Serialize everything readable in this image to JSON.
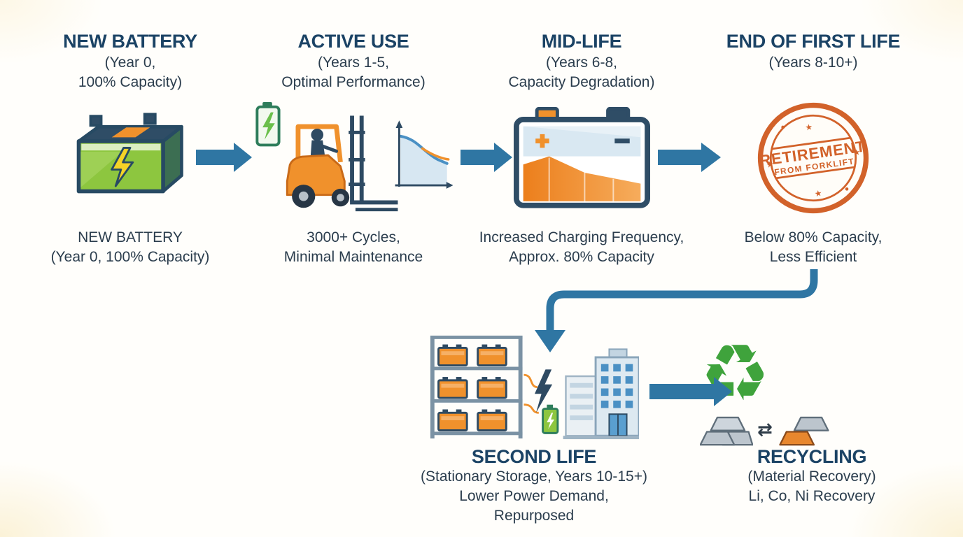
{
  "colors": {
    "arrow": "#2f76a3",
    "title": "#1b4365",
    "body": "#2b3d4d",
    "stamp": "#d2622a",
    "green": "#8dc63f",
    "orange": "#f0912c",
    "navy": "#2e4a62",
    "recycle": "#3fa33c"
  },
  "stages": [
    {
      "title": "NEW BATTERY",
      "subtitle": "(Year 0,\n100% Capacity)",
      "caption": "NEW BATTERY\n(Year 0, 100% Capacity)"
    },
    {
      "title": "ACTIVE USE",
      "subtitle": "(Years 1-5,\nOptimal Performance)",
      "caption": "3000+ Cycles,\nMinimal Maintenance"
    },
    {
      "title": "MID-LIFE",
      "subtitle": "(Years 6-8,\nCapacity Degradation)",
      "caption": "Increased Charging Frequency,\nApprox. 80% Capacity"
    },
    {
      "title": "END OF FIRST LIFE",
      "subtitle": "(Years 8-10+)",
      "caption": "Below 80% Capacity,\nLess Efficient"
    },
    {
      "title": "SECOND LIFE",
      "subtitle": "(Stationary Storage, Years 10-15+)",
      "caption": "Lower Power Demand,\nRepurposed"
    },
    {
      "title": "RECYCLING",
      "subtitle": "(Material Recovery)",
      "caption": "Li, Co, Ni Recovery"
    }
  ],
  "stamp": {
    "line1": "RETIREMENT",
    "line2": "FROM FORKLIFT"
  },
  "icons": {
    "recycle": "♻",
    "swap": "⇄",
    "star": "★"
  }
}
